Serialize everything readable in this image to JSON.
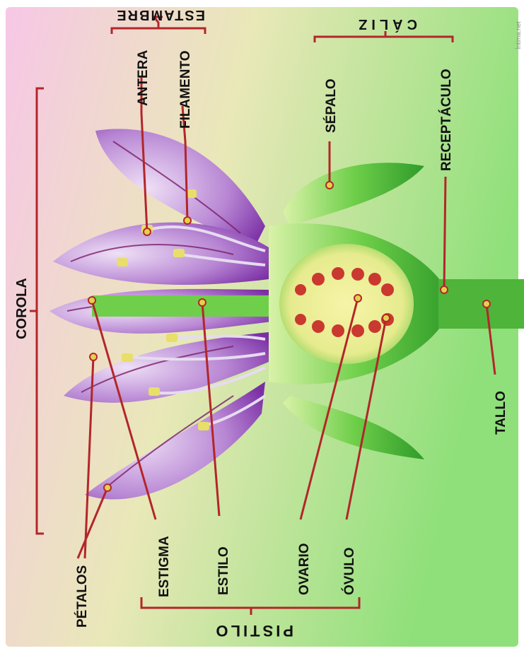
{
  "labels": {
    "estambre": "ESTAMBRE",
    "caliz": "CÁLIZ",
    "corola": "COROLA",
    "pistilo": "PISTILO",
    "antera": "ANTERA",
    "filamento": "FILAMENTO",
    "sepalo": "SÉPALO",
    "receptaculo": "RECEPTÁCULO",
    "tallo": "TALLO",
    "petalos": "PÉTALOS",
    "estigma": "ESTIGMA",
    "estilo": "ESTILO",
    "ovario": "OVARIO",
    "ovulo": "ÓVULO"
  },
  "colors": {
    "leader": "#b3262a",
    "petal": "#8a3fb0",
    "green": "#5dbb3a",
    "pollen": "#e4d14a"
  },
  "watermark": "Íntima.net"
}
